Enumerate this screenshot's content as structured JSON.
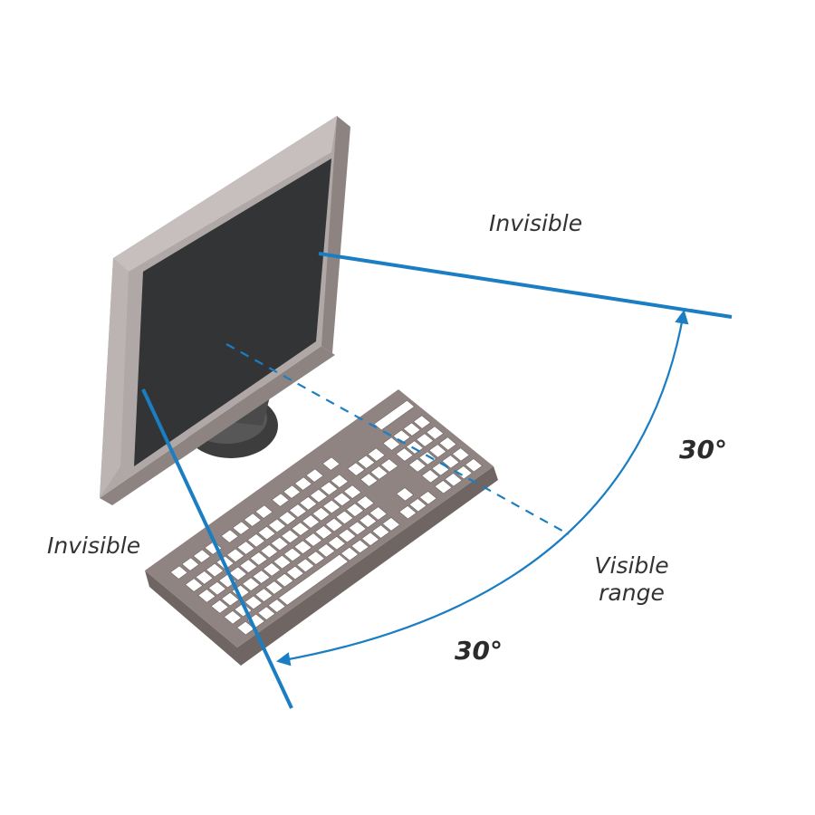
{
  "labels": {
    "invisible_top": "Invisible",
    "invisible_left": "Invisible",
    "visible_range_line1": "Visible",
    "visible_range_line2": "range",
    "angle_upper": "30°",
    "angle_lower": "30°"
  },
  "colors": {
    "accent_blue": "#1b7dc2",
    "monitor_frame": "#a9a19f",
    "monitor_frame_dark": "#8d8482",
    "screen": "#333436",
    "keyboard_body": "#8f8482",
    "keyboard_dark": "#6f6563",
    "key": "#ffffff",
    "stand": "#4a4a4a"
  }
}
